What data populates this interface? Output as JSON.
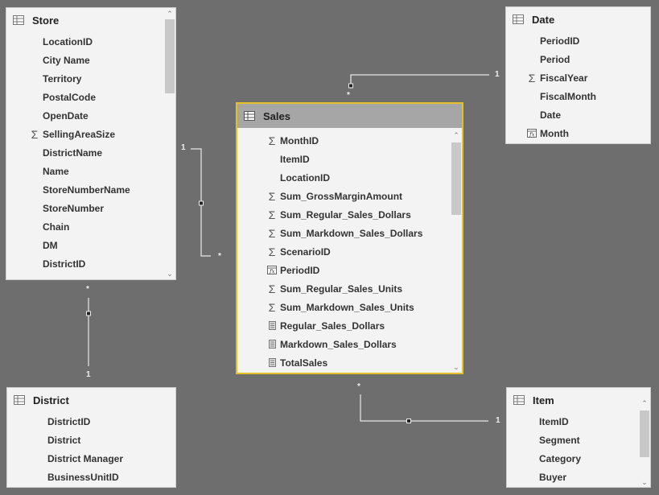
{
  "tables": {
    "store": {
      "name": "Store",
      "fields": [
        {
          "icon": "",
          "label": "LocationID"
        },
        {
          "icon": "",
          "label": "City Name"
        },
        {
          "icon": "",
          "label": "Territory"
        },
        {
          "icon": "",
          "label": "PostalCode"
        },
        {
          "icon": "",
          "label": "OpenDate"
        },
        {
          "icon": "sigma-icon",
          "label": "SellingAreaSize"
        },
        {
          "icon": "",
          "label": "DistrictName"
        },
        {
          "icon": "",
          "label": "Name"
        },
        {
          "icon": "",
          "label": "StoreNumberName"
        },
        {
          "icon": "",
          "label": "StoreNumber"
        },
        {
          "icon": "",
          "label": "Chain"
        },
        {
          "icon": "",
          "label": "DM"
        },
        {
          "icon": "",
          "label": "DistrictID"
        }
      ]
    },
    "date": {
      "name": "Date",
      "fields": [
        {
          "icon": "",
          "label": "PeriodID"
        },
        {
          "icon": "",
          "label": "Period"
        },
        {
          "icon": "sigma-icon",
          "label": "FiscalYear"
        },
        {
          "icon": "",
          "label": "FiscalMonth"
        },
        {
          "icon": "",
          "label": "Date"
        },
        {
          "icon": "calculated-column-icon",
          "label": "Month"
        }
      ]
    },
    "sales": {
      "name": "Sales",
      "fields": [
        {
          "icon": "sigma-icon",
          "label": "MonthID"
        },
        {
          "icon": "",
          "label": "ItemID"
        },
        {
          "icon": "",
          "label": "LocationID"
        },
        {
          "icon": "sigma-icon",
          "label": "Sum_GrossMarginAmount"
        },
        {
          "icon": "sigma-icon",
          "label": "Sum_Regular_Sales_Dollars"
        },
        {
          "icon": "sigma-icon",
          "label": "Sum_Markdown_Sales_Dollars"
        },
        {
          "icon": "sigma-icon",
          "label": "ScenarioID"
        },
        {
          "icon": "calculated-column-icon",
          "label": "PeriodID"
        },
        {
          "icon": "sigma-icon",
          "label": "Sum_Regular_Sales_Units"
        },
        {
          "icon": "sigma-icon",
          "label": "Sum_Markdown_Sales_Units"
        },
        {
          "icon": "measure-icon",
          "label": "Regular_Sales_Dollars"
        },
        {
          "icon": "measure-icon",
          "label": "Markdown_Sales_Dollars"
        },
        {
          "icon": "measure-icon",
          "label": "TotalSales"
        }
      ]
    },
    "district": {
      "name": "District",
      "fields": [
        {
          "icon": "",
          "label": "DistrictID"
        },
        {
          "icon": "",
          "label": "District"
        },
        {
          "icon": "",
          "label": "District Manager"
        },
        {
          "icon": "",
          "label": "BusinessUnitID"
        }
      ]
    },
    "item": {
      "name": "Item",
      "fields": [
        {
          "icon": "",
          "label": "ItemID"
        },
        {
          "icon": "",
          "label": "Segment"
        },
        {
          "icon": "",
          "label": "Category"
        },
        {
          "icon": "",
          "label": "Buyer"
        }
      ]
    }
  },
  "relationships": {
    "store_sales": {
      "one": "1",
      "many": "*"
    },
    "date_sales": {
      "one": "1",
      "many": "*"
    },
    "store_district": {
      "one": "1",
      "many": "*"
    },
    "sales_item": {
      "one": "1",
      "many": "*"
    }
  },
  "colors": {
    "canvas": "#6e6e6e",
    "table_bg": "#f3f3f3",
    "selected_border": "#e6c020",
    "selected_header": "#a6a6a6",
    "connector": "#e8e8e8"
  }
}
